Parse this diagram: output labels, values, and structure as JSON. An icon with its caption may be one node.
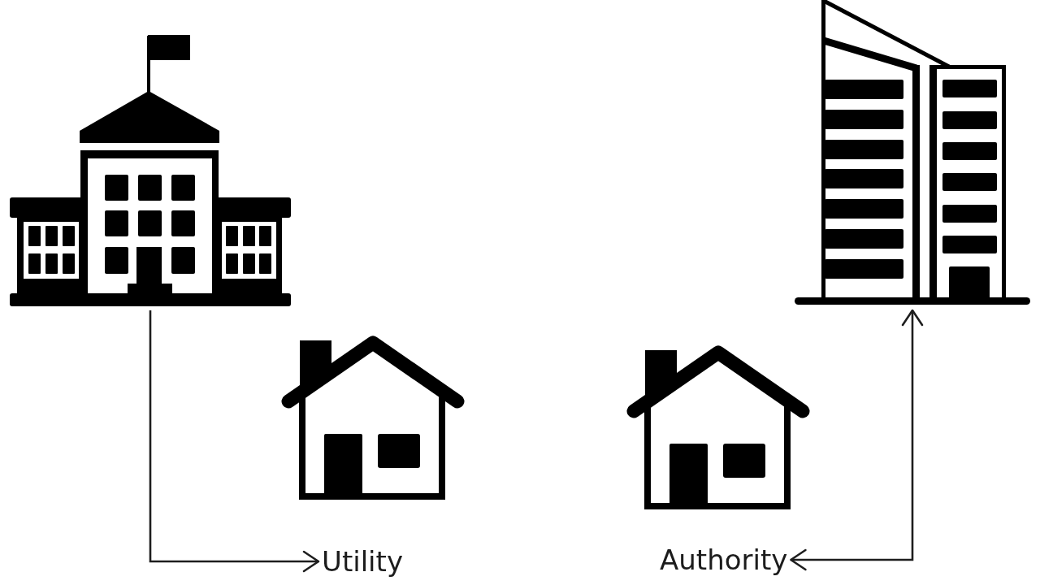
{
  "diagram": {
    "nodes": [
      {
        "text": [],
        "shape": "picture"
      },
      {
        "text": [],
        "shape": "picture"
      },
      {
        "text": [],
        "shape": "picture"
      },
      {
        "text": [],
        "shape": "picture"
      },
      {
        "text": [
          "Utility"
        ]
      },
      {
        "text": [
          "Authority"
        ]
      }
    ],
    "edges": [
      {
        "from": 0,
        "to": 4,
        "arrow": "to"
      },
      {
        "from": 5,
        "to": 1,
        "arrow": "both"
      }
    ]
  }
}
